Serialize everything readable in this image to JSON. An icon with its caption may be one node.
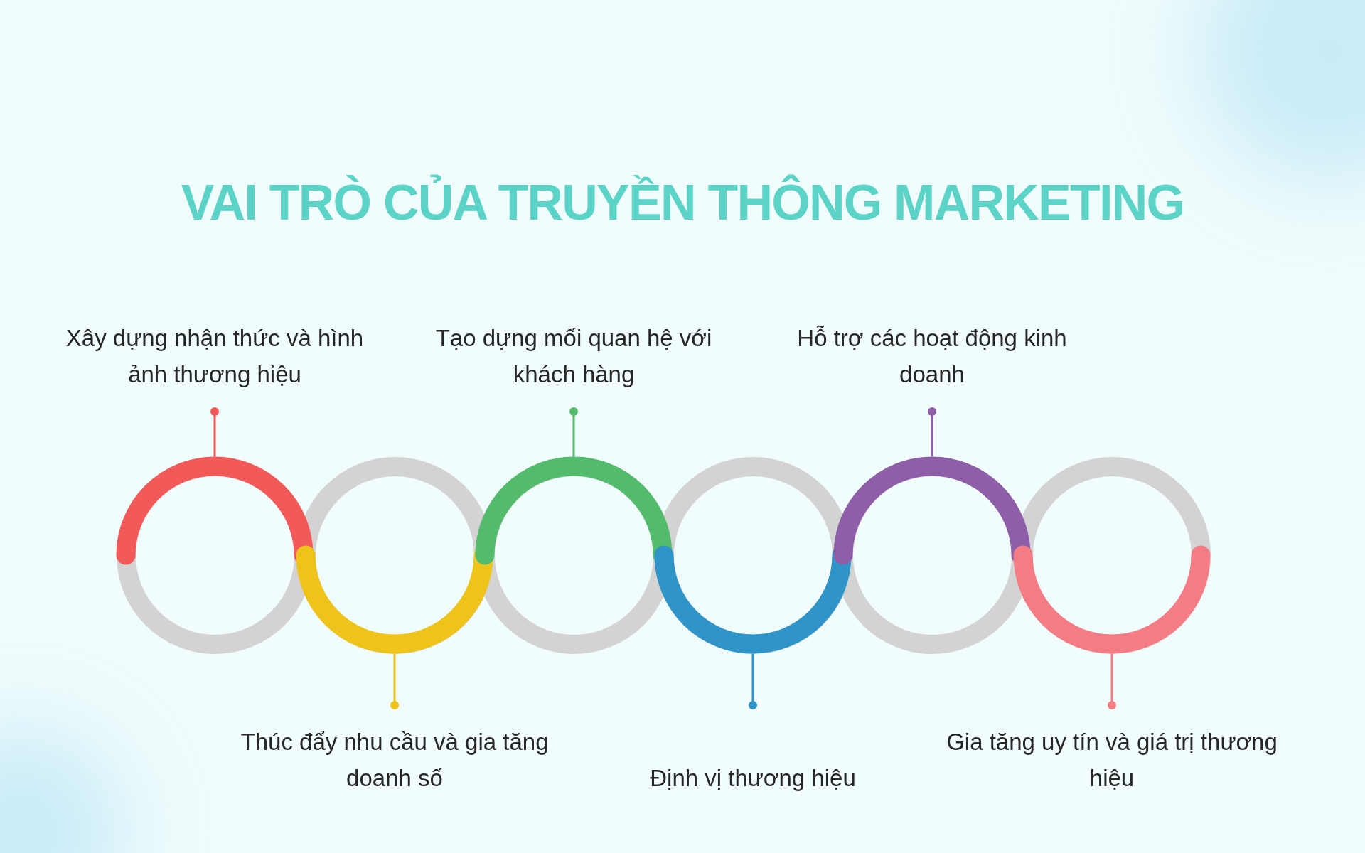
{
  "diagram": {
    "title": "VAI TRÒ CỦA TRUYỀN THÔNG MARKETING",
    "nodes": [
      {
        "text": [
          "Xây dựng nhận thức và hình ảnh thương hiệu"
        ]
      },
      {
        "text": [
          "Thúc đẩy nhu cầu và gia tăng doanh số"
        ]
      },
      {
        "text": [
          "Tạo dựng mối quan hệ với khách hàng"
        ]
      },
      {
        "text": [
          "Định vị thương hiệu"
        ]
      },
      {
        "text": [
          "Hỗ trợ các hoạt động kinh doanh"
        ]
      },
      {
        "text": [
          "Gia tăng uy tín và giá trị thương hiệu"
        ]
      },
      {
        "text": [],
        "shape": "circle"
      },
      {
        "text": [],
        "shape": "circle"
      },
      {
        "text": [],
        "shape": "circle"
      },
      {
        "text": [],
        "shape": "circle"
      },
      {
        "text": [],
        "shape": "circle"
      },
      {
        "text": [],
        "shape": "circle"
      }
    ],
    "edges": [
      {
        "from": 0,
        "to": 6,
        "arrow": "other",
        "color": "#f25a5a"
      },
      {
        "from": 1,
        "to": 7,
        "arrow": "other",
        "color": "#eec31a"
      },
      {
        "from": 2,
        "to": 8,
        "arrow": "other",
        "color": "#53bc6c"
      },
      {
        "from": 3,
        "to": 9,
        "arrow": "other",
        "color": "#2f95c8"
      },
      {
        "from": 4,
        "to": 10,
        "arrow": "other",
        "color": "#8e5ea8"
      },
      {
        "from": 5,
        "to": 11,
        "arrow": "other",
        "color": "#f47c84"
      }
    ]
  }
}
